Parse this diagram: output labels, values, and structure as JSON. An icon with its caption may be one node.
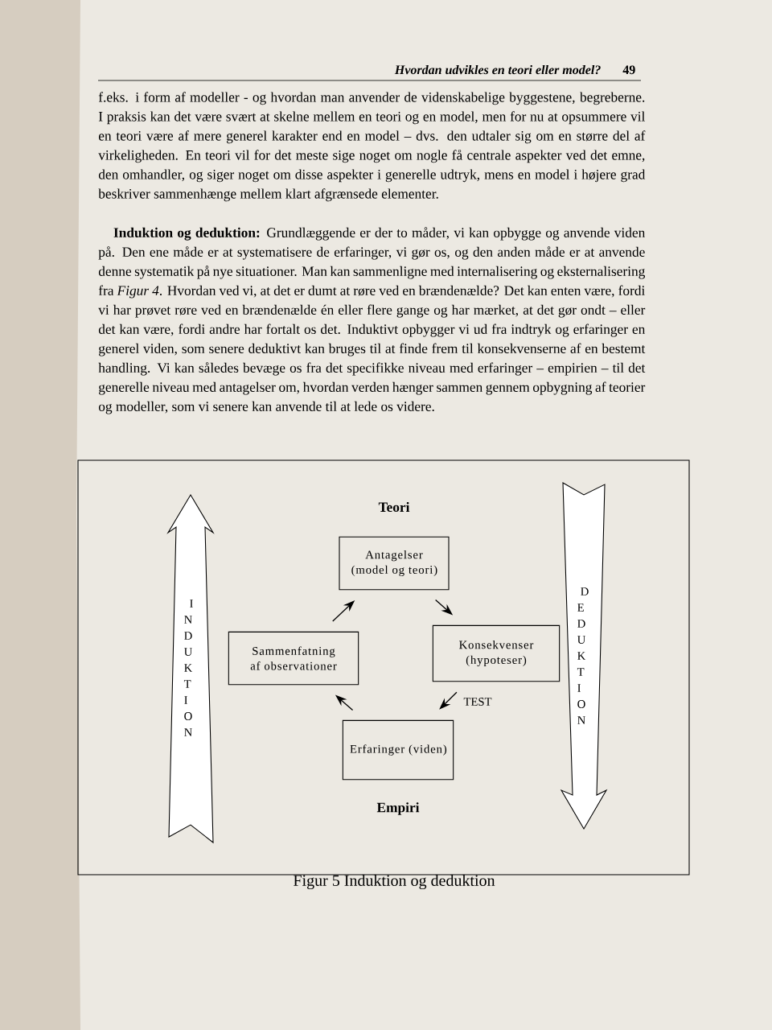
{
  "diagram": {
    "caption": "Figur 5 Induktion og deduktion",
    "nodes": [
      {
        "text": [
          "Antagelser (model og teori)"
        ]
      },
      {
        "text": [
          "Sammenfatning af observationer"
        ]
      },
      {
        "text": [
          "Konsekvenser (hypoteser)"
        ]
      },
      {
        "text": [
          "Erfaringer (viden)"
        ]
      },
      {
        "text": [
          "INDUKTION"
        ]
      },
      {
        "text": [
          "DEDUKTION"
        ]
      }
    ],
    "edges": [
      {
        "from": 1,
        "to": 0,
        "arrow": "to"
      },
      {
        "from": 0,
        "to": 2,
        "arrow": "to"
      },
      {
        "from": 2,
        "to": 3,
        "arrow": "to",
        "label": "TEST"
      },
      {
        "from": 3,
        "to": 1,
        "arrow": "to"
      }
    ],
    "labels": [
      "Hvordan udvikles en teori eller model?",
      "49",
      "f.eks. i form af modeller - og hvordan man anvender de videnskabelige byggestene, begreberne. I praksis kan det være svært at skelne mellem en teori og en model, men for nu at opsummere vil en teori være af mere generel karakter end en model – dvs. den udtaler sig om en større del af virkeligheden. En teori vil for det meste sige noget om nogle få centrale aspekter ved det emne, den omhandler, og siger noget om disse aspekter i generelle udtryk, mens en model i højere grad beskriver sammenhænge mellem klart afgrænsede elementer.",
      "**Induktion og deduktion:** Grundlæggende er der to måder, vi kan opbygge og anvende viden på. Den ene måde er at systematisere de erfaringer, vi gør os, og den anden måde er at anvende denne systematik på nye situationer. Man kan sammenligne med internalisering og eksternalisering fra *Figur 4*. Hvordan ved vi, at det er dumt at røre ved en brændenælde? Det kan enten være, fordi vi har prøvet røre ved en brændenælde én eller flere gange og har mærket, at det gør ondt – eller det kan være, fordi andre har fortalt os det. Induktivt opbygger vi ud fra indtryk og erfaringer en generel viden, som senere deduktivt kan bruges til at finde frem til konsekvenserne af en bestemt handling. Vi kan således bevæge os fra det specifikke niveau med erfaringer – empirien – til det generelle niveau med antagelser om, hvordan verden hænger sammen gennem opbygning af teorier og modeller, som vi senere kan anvende til at lede os videre.",
      "Teori",
      "Empiri"
    ]
  }
}
